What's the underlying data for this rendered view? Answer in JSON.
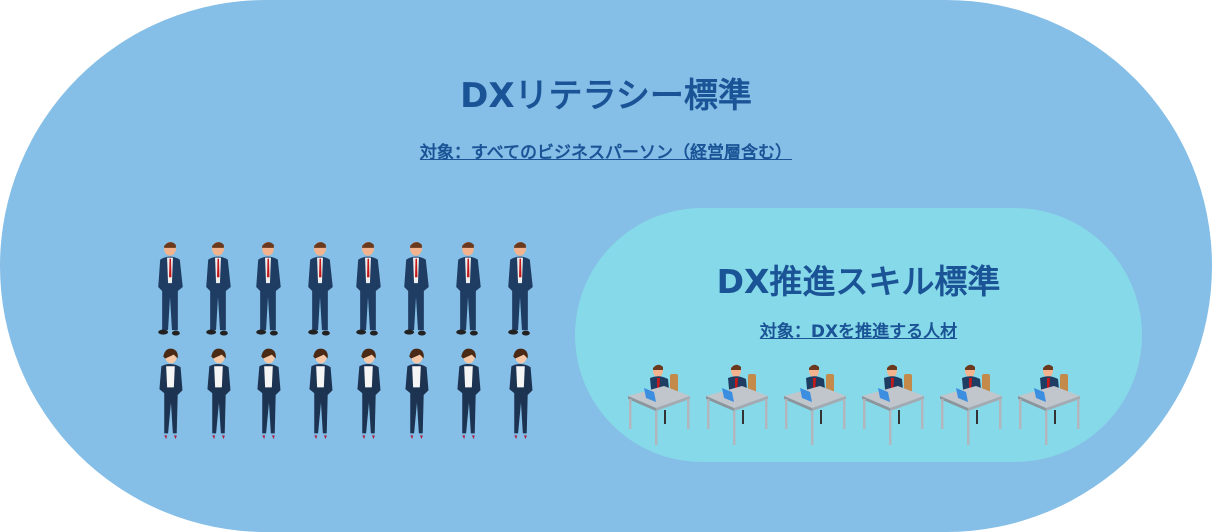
{
  "literacy": {
    "title": "DXリテラシー標準",
    "target": "対象：すべてのビジネスパーソン（経営層含む）"
  },
  "promotion": {
    "title": "DX推進スキル標準",
    "target": "対象：DXを推進する人材"
  },
  "colors": {
    "outer": "#85bee6",
    "inner": "#86d9e8",
    "text": "#1b5496"
  }
}
